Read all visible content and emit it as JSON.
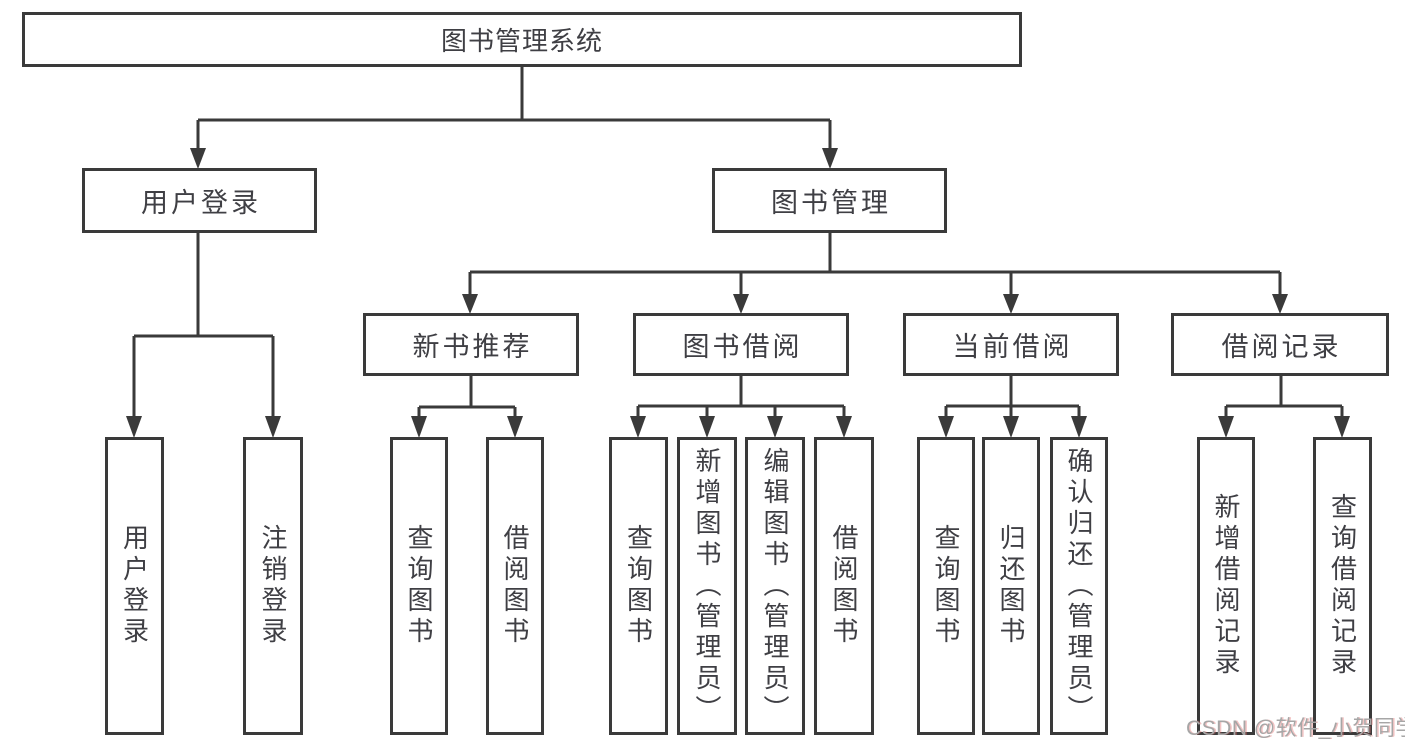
{
  "diagram": {
    "root": {
      "label": "图书管理系统"
    },
    "level2": [
      {
        "label": "用户登录",
        "leaves": [
          {
            "label": "用户登录"
          },
          {
            "label": "注销登录"
          }
        ]
      },
      {
        "label": "图书管理",
        "groups": [
          {
            "label": "新书推荐",
            "leaves": [
              {
                "label": "查询图书"
              },
              {
                "label": "借阅图书"
              }
            ]
          },
          {
            "label": "图书借阅",
            "leaves": [
              {
                "label": "查询图书"
              },
              {
                "label": "新增图书（管理员）"
              },
              {
                "label": "编辑图书（管理员）"
              },
              {
                "label": "借阅图书"
              }
            ]
          },
          {
            "label": "当前借阅",
            "leaves": [
              {
                "label": "查询图书"
              },
              {
                "label": "归还图书"
              },
              {
                "label": "确认归还（管理员）"
              }
            ]
          },
          {
            "label": "借阅记录",
            "leaves": [
              {
                "label": "新增借阅记录"
              },
              {
                "label": "查询借阅记录"
              }
            ]
          }
        ]
      }
    ]
  },
  "watermark": {
    "text": "CSDN @软件_小贺同学"
  },
  "colors": {
    "line": "#3a3a3a",
    "text": "#3f3f44",
    "background": "#ffffff",
    "watermark": "#a6a6a6"
  }
}
